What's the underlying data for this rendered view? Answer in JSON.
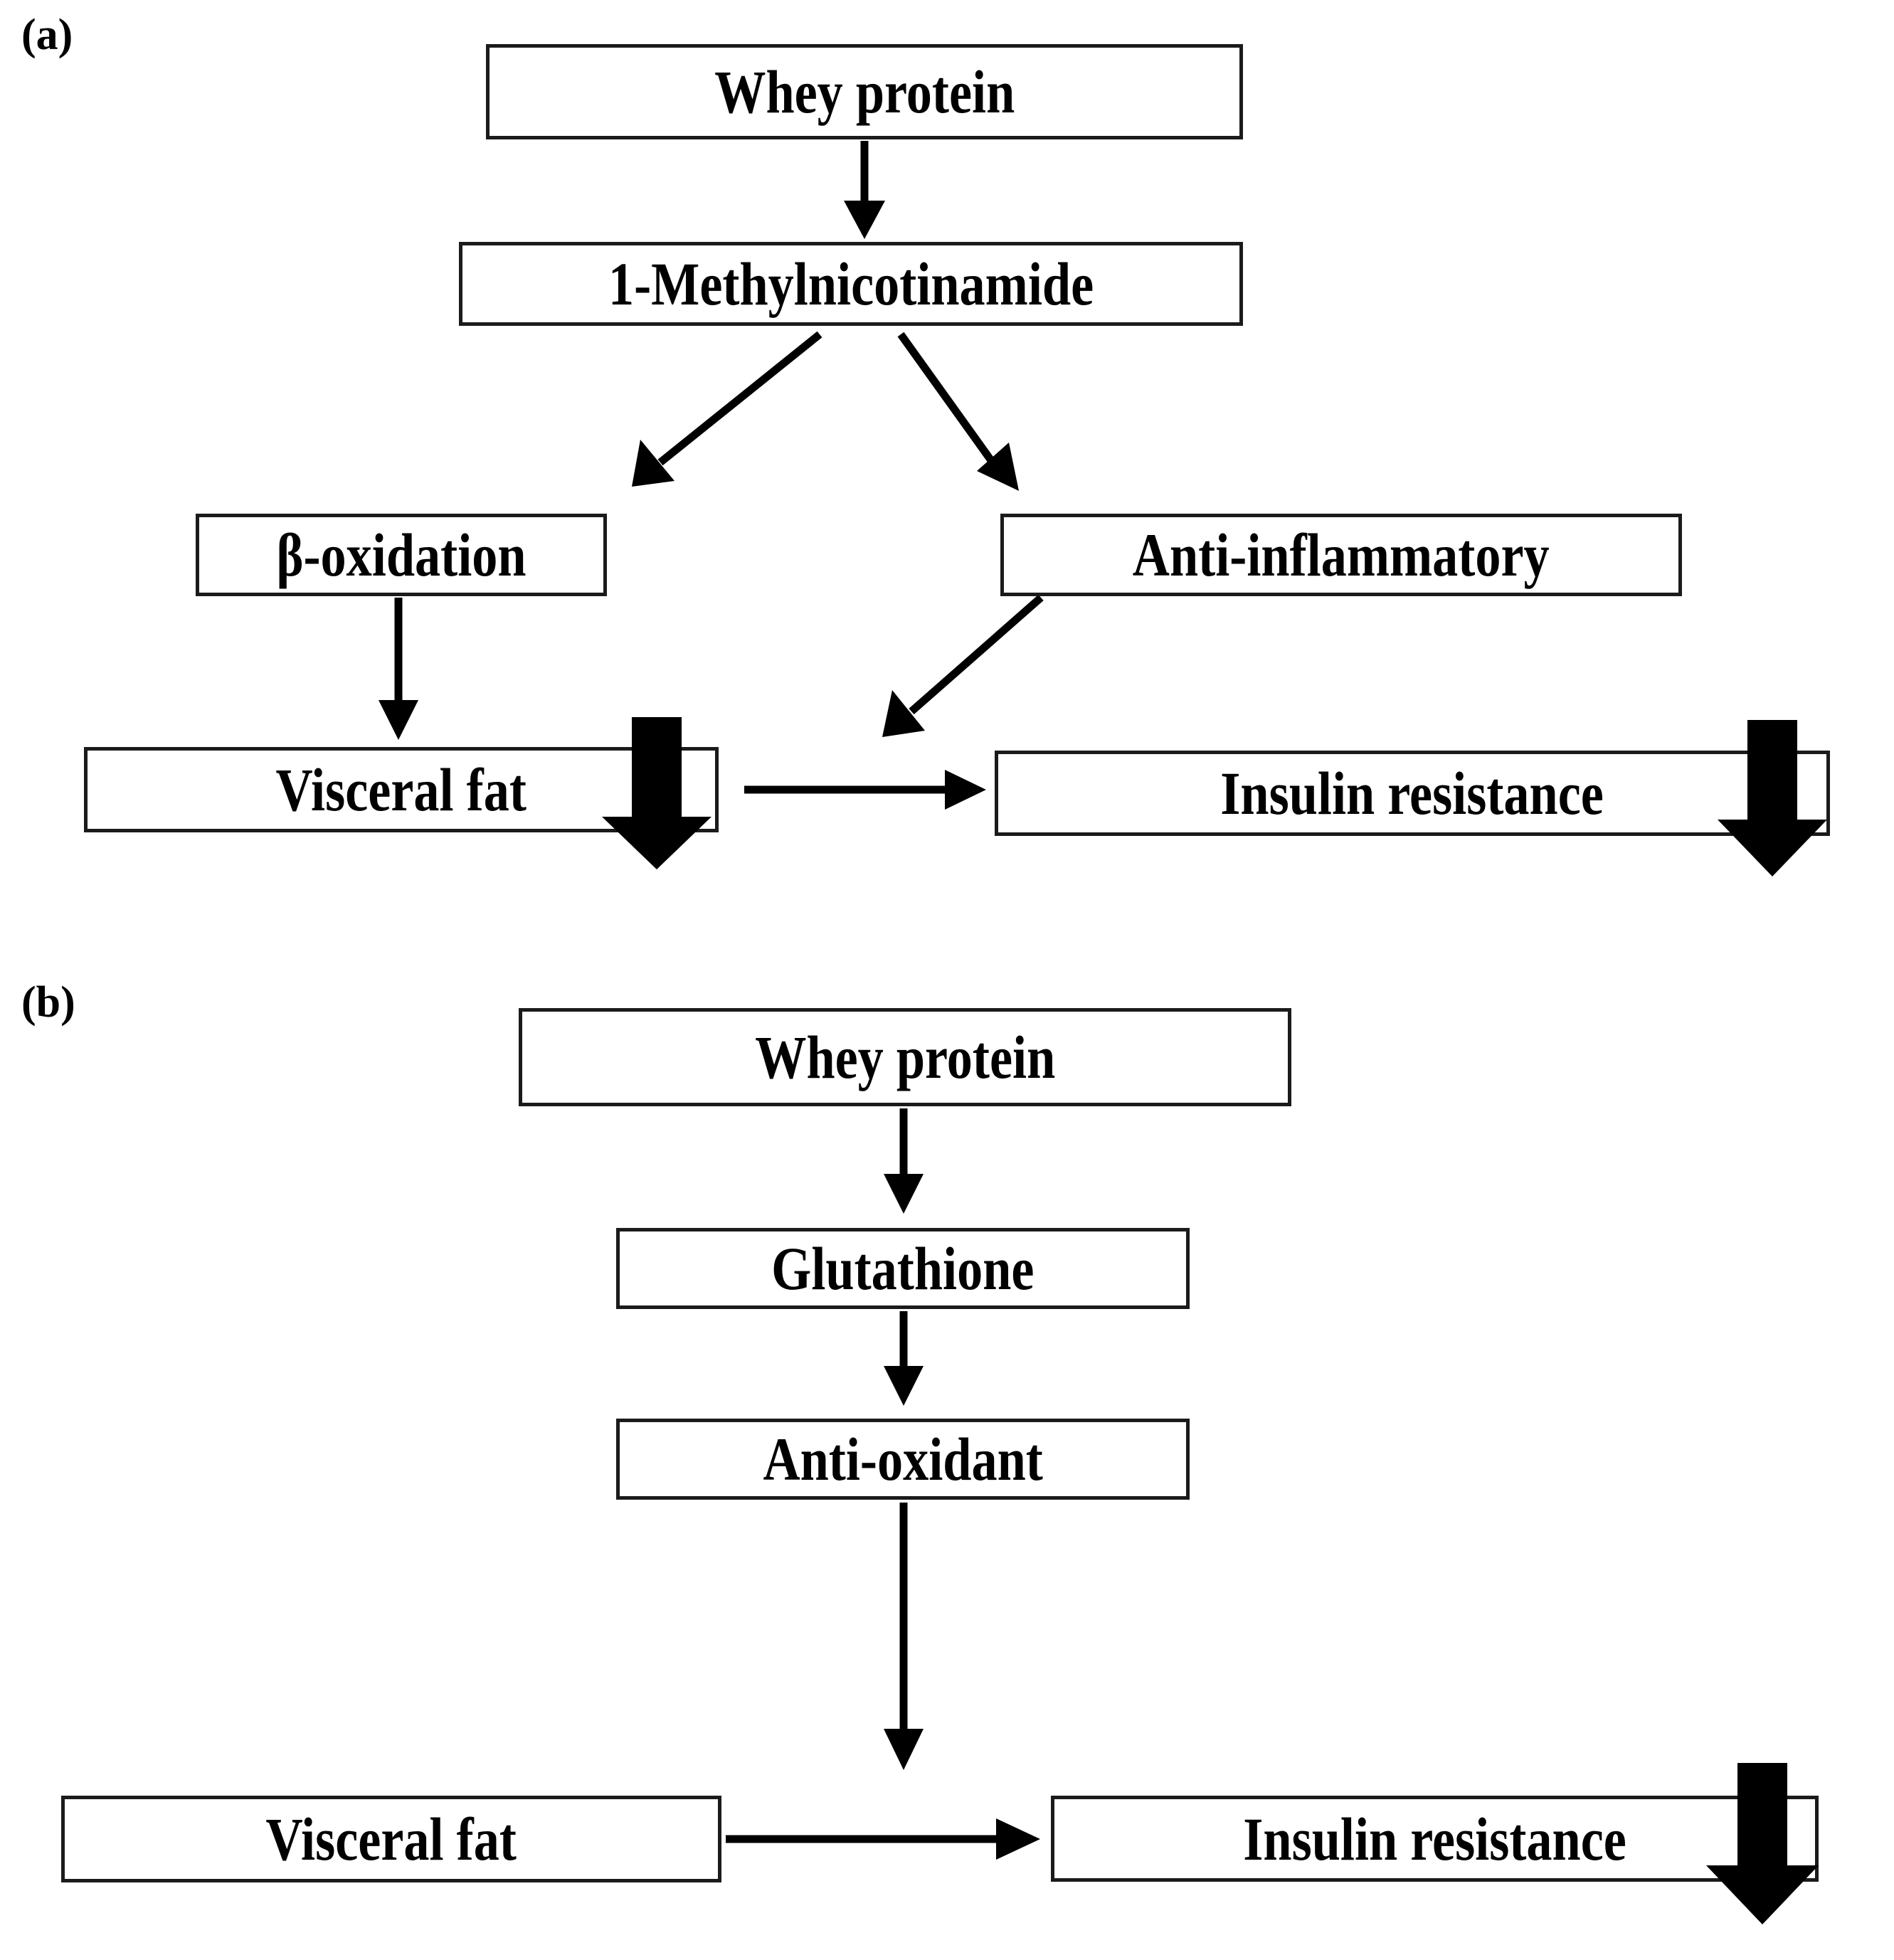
{
  "figure": {
    "background_color": "#ffffff",
    "ink_color": "#000000",
    "box_border_color": "#1b1b1b"
  },
  "panels": [
    {
      "id": "a",
      "label": "(a)",
      "nodes": [
        {
          "key": "whey_protein",
          "label": "Whey protein"
        },
        {
          "key": "one_methylnicotinamide",
          "label": "1-Methylnicotinamide"
        },
        {
          "key": "beta_oxidation",
          "label": "β-oxidation"
        },
        {
          "key": "anti_inflammatory",
          "label": "Anti-inflammatory"
        },
        {
          "key": "visceral_fat",
          "label": "Visceral fat"
        },
        {
          "key": "insulin_resistance",
          "label": "Insulin resistance"
        }
      ],
      "edges": [
        {
          "from": "whey_protein",
          "to": "one_methylnicotinamide",
          "style": "thin-arrow-down"
        },
        {
          "from": "one_methylnicotinamide",
          "to": "beta_oxidation",
          "style": "thin-arrow-diagonal-left"
        },
        {
          "from": "one_methylnicotinamide",
          "to": "anti_inflammatory",
          "style": "thin-arrow-diagonal-right"
        },
        {
          "from": "beta_oxidation",
          "to": "visceral_fat",
          "style": "thin-arrow-down"
        },
        {
          "from": "anti_inflammatory",
          "to": "visceral_fat_right_gap",
          "style": "thin-arrow-diagonal-left"
        },
        {
          "from": "visceral_fat",
          "to": "insulin_resistance",
          "style": "thin-arrow-right"
        }
      ],
      "decrease_markers": [
        {
          "on": "visceral_fat",
          "symbol": "thick-down-arrow",
          "meaning": "decrease"
        },
        {
          "on": "insulin_resistance",
          "symbol": "thick-down-arrow",
          "meaning": "decrease"
        }
      ]
    },
    {
      "id": "b",
      "label": "(b)",
      "nodes": [
        {
          "key": "whey_protein",
          "label": "Whey protein"
        },
        {
          "key": "glutathione",
          "label": "Glutathione"
        },
        {
          "key": "anti_oxidant",
          "label": "Anti-oxidant"
        },
        {
          "key": "visceral_fat",
          "label": "Visceral fat"
        },
        {
          "key": "insulin_resistance",
          "label": "Insulin resistance"
        }
      ],
      "edges": [
        {
          "from": "whey_protein",
          "to": "glutathione",
          "style": "thin-arrow-down"
        },
        {
          "from": "glutathione",
          "to": "anti_oxidant",
          "style": "thin-arrow-down"
        },
        {
          "from": "anti_oxidant",
          "to": "insulin_resistance",
          "style": "thin-arrow-down-long"
        },
        {
          "from": "visceral_fat",
          "to": "insulin_resistance",
          "style": "thin-arrow-right"
        }
      ],
      "decrease_markers": [
        {
          "on": "insulin_resistance",
          "symbol": "thick-down-arrow",
          "meaning": "decrease"
        }
      ]
    }
  ],
  "labels": {
    "panel_a": "(a)",
    "panel_b": "(b)",
    "a_whey_protein": "Whey protein",
    "a_one_methylnicotinamide": "1-Methylnicotinamide",
    "a_beta_oxidation": "β-oxidation",
    "a_anti_inflammatory": "Anti-inflammatory",
    "a_visceral_fat": "Visceral fat",
    "a_insulin_resistance": "Insulin resistance",
    "b_whey_protein": "Whey protein",
    "b_glutathione": "Glutathione",
    "b_anti_oxidant": "Anti-oxidant",
    "b_visceral_fat": "Visceral fat",
    "b_insulin_resistance": "Insulin resistance"
  }
}
